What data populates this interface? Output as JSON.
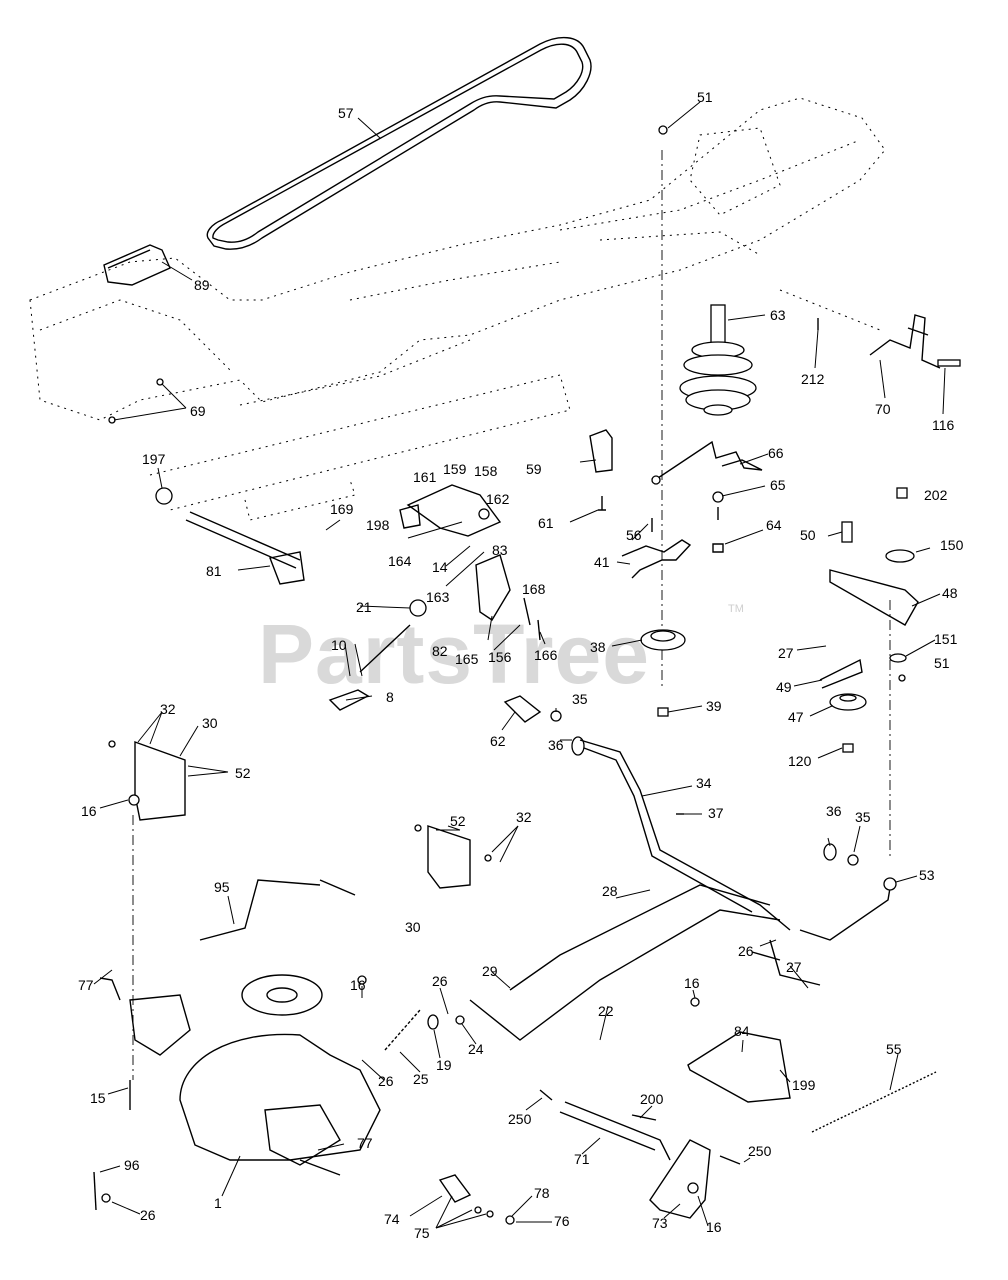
{
  "watermark": {
    "text": "PartsTree",
    "tm": "TM"
  },
  "callouts": [
    "57",
    "51",
    "89",
    "63",
    "212",
    "70",
    "116",
    "69",
    "197",
    "66",
    "161",
    "159",
    "158",
    "59",
    "65",
    "202",
    "198",
    "162",
    "61",
    "169",
    "56",
    "64",
    "50",
    "150",
    "81",
    "164",
    "83",
    "14",
    "41",
    "168",
    "48",
    "21",
    "163",
    "10",
    "82",
    "165",
    "156",
    "166",
    "38",
    "27",
    "151",
    "51",
    "49",
    "8",
    "47",
    "35",
    "62",
    "39",
    "120",
    "36",
    "32",
    "30",
    "34",
    "52",
    "37",
    "16",
    "52",
    "32",
    "36",
    "35",
    "53",
    "95",
    "30",
    "28",
    "26",
    "29",
    "27",
    "77",
    "16",
    "26",
    "84",
    "55",
    "22",
    "16",
    "24",
    "19",
    "25",
    "26",
    "15",
    "199",
    "200",
    "250",
    "71",
    "250",
    "96",
    "77",
    "1",
    "78",
    "26",
    "74",
    "75",
    "76",
    "73",
    "16"
  ]
}
